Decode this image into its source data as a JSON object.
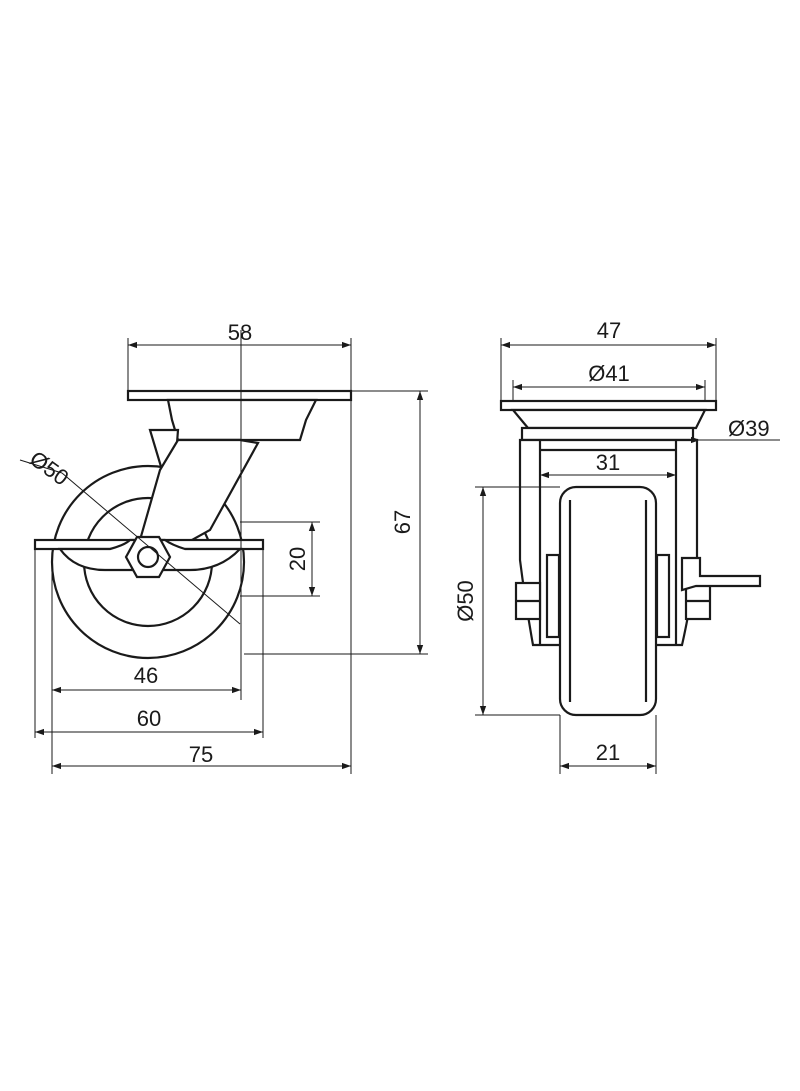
{
  "side_view": {
    "width_top": "58",
    "height_total": "67",
    "wheel_diameter": "Ø50",
    "brake_height": "20",
    "width_46": "46",
    "width_60": "60",
    "width_75": "75"
  },
  "front_view": {
    "plate_width": "47",
    "bolt_circle": "Ø41",
    "swivel_diameter": "Ø39",
    "fork_width": "31",
    "wheel_diameter": "Ø50",
    "wheel_width": "21"
  }
}
